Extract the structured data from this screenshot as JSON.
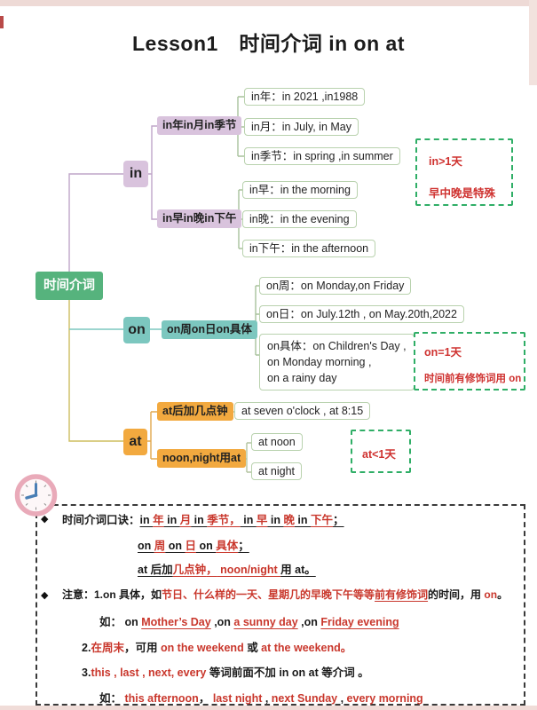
{
  "title": "Lesson1　时间介词 in on at",
  "colors": {
    "root_green": "#56b37d",
    "branch_in_purple": "#d9c3dd",
    "branch_on_teal": "#7cc7bf",
    "branch_at_orange": "#f2a93f",
    "callout_border_green": "#2fae66",
    "callout_text_red": "#cf3230",
    "note_red": "#c9372c",
    "leaf_border_green": "#b9d2ae"
  },
  "mindmap": {
    "root": {
      "label": "时间介词"
    },
    "branches": [
      {
        "label": "in",
        "children": [
          {
            "label": "in年in月in季节",
            "leaves": [
              "in年：in 2021 ,in1988",
              "in月：in July, in May",
              "in季节：in spring ,in summer"
            ]
          },
          {
            "label": "in早in晚in下午",
            "leaves": [
              "in早：in the morning",
              "in晚：in the evening",
              "in下午：in the afternoon"
            ]
          }
        ]
      },
      {
        "label": "on",
        "children": [
          {
            "label": "on周on日on具体",
            "leaves": [
              "on周：on Monday,on Friday",
              "on日：on July.12th , on May.20th,2022",
              "on具体：on Children's Day ,\non Monday morning ,\non a rainy day"
            ]
          }
        ]
      },
      {
        "label": "at",
        "children": [
          {
            "label": "at后加几点钟",
            "leaves": [
              "at seven o'clock , at 8:15"
            ]
          },
          {
            "label": "noon,night用at",
            "leaves": [
              "at noon",
              "at night"
            ]
          }
        ]
      }
    ],
    "callouts": [
      {
        "lines": [
          "in>1天",
          "早中晚是特殊"
        ]
      },
      {
        "lines": [
          "on=1天",
          "时间前有修饰词用 on"
        ]
      },
      {
        "lines": [
          "at<1天"
        ]
      }
    ]
  },
  "notes": {
    "bullet": "◆",
    "lines": [
      {
        "segments": [
          {
            "t": "时间介词口诀：",
            "c": "k"
          },
          {
            "t": "in ",
            "c": "k",
            "u": true
          },
          {
            "t": "年",
            "c": "r",
            "u": true
          },
          {
            "t": " in ",
            "c": "k",
            "u": true
          },
          {
            "t": "月",
            "c": "r",
            "u": true
          },
          {
            "t": " in ",
            "c": "k",
            "u": true
          },
          {
            "t": "季节",
            "c": "r",
            "u": true
          },
          {
            "t": "，",
            "c": "r",
            "u": true
          },
          {
            "t": " in ",
            "c": "k",
            "u": true
          },
          {
            "t": "早",
            "c": "r",
            "u": true
          },
          {
            "t": " in ",
            "c": "k",
            "u": true
          },
          {
            "t": "晚",
            "c": "r",
            "u": true
          },
          {
            "t": " in ",
            "c": "k",
            "u": true
          },
          {
            "t": "下午",
            "c": "r",
            "u": true
          },
          {
            "t": "；",
            "c": "k",
            "u": true
          }
        ]
      },
      {
        "segments": [
          {
            "t": "on ",
            "c": "k",
            "u": true
          },
          {
            "t": "周",
            "c": "r",
            "u": true
          },
          {
            "t": " on ",
            "c": "k",
            "u": true
          },
          {
            "t": "日",
            "c": "r",
            "u": true
          },
          {
            "t": " on ",
            "c": "k",
            "u": true
          },
          {
            "t": "具体",
            "c": "r",
            "u": true
          },
          {
            "t": "；",
            "c": "k",
            "u": true
          }
        ]
      },
      {
        "segments": [
          {
            "t": "at 后加",
            "c": "k",
            "u": true
          },
          {
            "t": "几点钟",
            "c": "r",
            "u": true
          },
          {
            "t": "，",
            "c": "r",
            "u": true
          },
          {
            "t": " noon/night ",
            "c": "r",
            "u": true
          },
          {
            "t": "用 at",
            "c": "k",
            "u": true
          },
          {
            "t": "。",
            "c": "k",
            "u": true
          }
        ]
      },
      {
        "segments": [
          {
            "t": "注意：1.on 具体，如",
            "c": "k"
          },
          {
            "t": "节日、什么样的一天、星期几的早晚下午等等",
            "c": "r"
          },
          {
            "t": "前有修饰词",
            "c": "r",
            "u": true
          },
          {
            "t": "的时间，用 ",
            "c": "k"
          },
          {
            "t": "on",
            "c": "r"
          },
          {
            "t": "。",
            "c": "k"
          }
        ]
      },
      {
        "segments": [
          {
            "t": "如： on ",
            "c": "k"
          },
          {
            "t": "Mother’s Day",
            "c": "r",
            "u": true
          },
          {
            "t": " ,on ",
            "c": "k"
          },
          {
            "t": "a sunny day",
            "c": "r",
            "u": true
          },
          {
            "t": " ,on ",
            "c": "k"
          },
          {
            "t": "Friday evening",
            "c": "r",
            "u": true
          }
        ]
      },
      {
        "segments": [
          {
            "t": "2.",
            "c": "k"
          },
          {
            "t": "在周末",
            "c": "r"
          },
          {
            "t": "，可用 ",
            "c": "k"
          },
          {
            "t": "on the weekend",
            "c": "r"
          },
          {
            "t": " 或 ",
            "c": "k"
          },
          {
            "t": "at the weekend",
            "c": "r"
          },
          {
            "t": "。",
            "c": "r"
          }
        ]
      },
      {
        "segments": [
          {
            "t": "3.",
            "c": "k"
          },
          {
            "t": "this , last ,   next,   every ",
            "c": "r"
          },
          {
            "t": "等词前面不加 in on at 等介词 。",
            "c": "k"
          }
        ]
      },
      {
        "segments": [
          {
            "t": "如： ",
            "c": "k"
          },
          {
            "t": "this afternoon",
            "c": "r"
          },
          {
            "t": "，  ",
            "c": "k"
          },
          {
            "t": "last night",
            "c": "r"
          },
          {
            "t": " ,  ",
            "c": "k"
          },
          {
            "t": "next Sunday",
            "c": "r"
          },
          {
            "t": " ,  ",
            "c": "k"
          },
          {
            "t": "every morning",
            "c": "r"
          }
        ]
      }
    ]
  }
}
